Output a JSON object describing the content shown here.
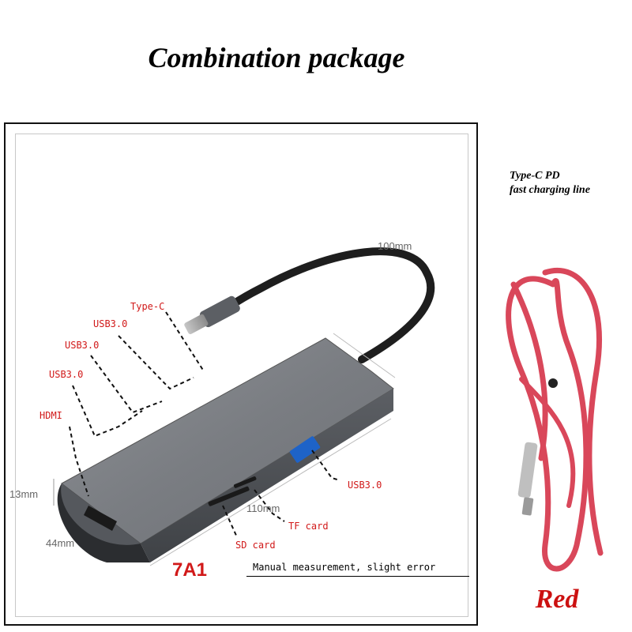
{
  "header": {
    "title": "Combination package"
  },
  "product": {
    "model": "7A1",
    "note": "Manual measurement, slight error",
    "dimensions": {
      "length": "100mm",
      "width": "110mm",
      "depth": "44mm",
      "height": "13mm"
    },
    "port_labels": {
      "type_c": "Type-C",
      "usb_a": "USB3.0",
      "usb_b": "USB3.0",
      "usb_c": "USB3.0",
      "hdmi": "HDMI",
      "usb_side": "USB3.0",
      "tf_card": "TF card",
      "sd_card": "SD card"
    }
  },
  "cable": {
    "label_line1": "Type-C PD",
    "label_line2": "fast charging line",
    "color_name": "Red",
    "color_hex": "#d9475a"
  }
}
